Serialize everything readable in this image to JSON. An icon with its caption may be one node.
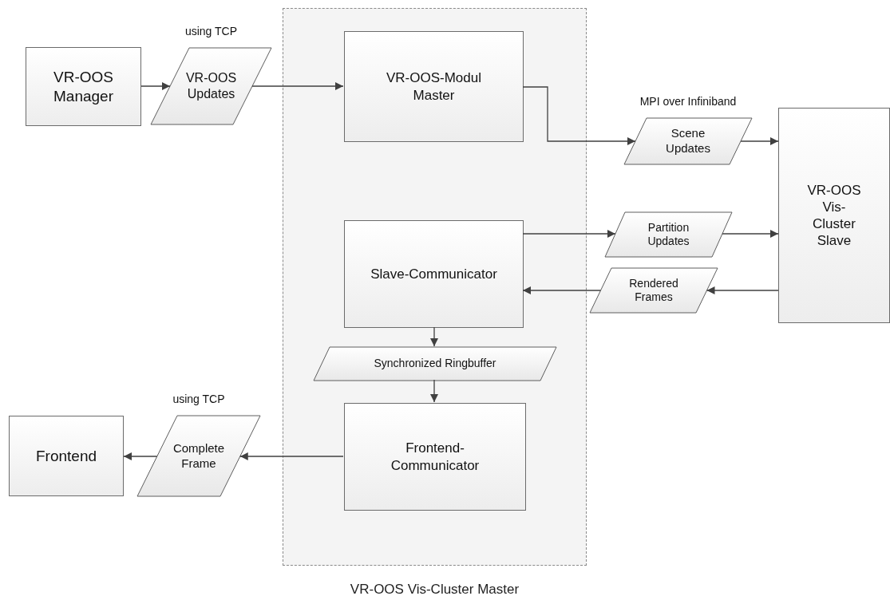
{
  "diagram": {
    "nodes": [
      {
        "text": [
          "VR-OOS Manager"
        ]
      },
      {
        "text": [
          "VR-OOS Updates"
        ],
        "beside": [
          "using TCP"
        ]
      },
      {
        "text": [
          "VR-OOS Vis-Cluster Master"
        ]
      },
      {
        "text": [
          "VR-OOS-Modul Master"
        ],
        "in": 2
      },
      {
        "text": [
          "Scene Updates"
        ],
        "beside": [
          "MPI over Infiniband"
        ]
      },
      {
        "text": [
          "VR-OOS Vis-Cluster Slave"
        ]
      },
      {
        "text": [
          "Slave-Communicator"
        ],
        "in": 2
      },
      {
        "text": [
          "Partition Updates"
        ]
      },
      {
        "text": [
          "Rendered Frames"
        ]
      },
      {
        "text": [
          "Synchronized Ringbuffer"
        ],
        "in": 2
      },
      {
        "text": [
          "Frontend"
        ]
      },
      {
        "text": [
          "Complete Frame"
        ],
        "beside": [
          "using TCP"
        ]
      },
      {
        "text": [
          "Frontend-Communicator"
        ],
        "in": 2
      }
    ],
    "edges": [
      {
        "from": 0,
        "to": 1,
        "arrow": "to"
      },
      {
        "from": 1,
        "to": 3,
        "arrow": "to"
      },
      {
        "from": 3,
        "to": 4,
        "arrow": "to"
      },
      {
        "from": 4,
        "to": 5,
        "arrow": "to"
      },
      {
        "from": 6,
        "to": 7,
        "arrow": "to"
      },
      {
        "from": 7,
        "to": 5,
        "arrow": "to"
      },
      {
        "from": 5,
        "to": 8,
        "arrow": "to"
      },
      {
        "from": 8,
        "to": 6,
        "arrow": "to"
      },
      {
        "from": 6,
        "to": 9,
        "arrow": "to"
      },
      {
        "from": 9,
        "to": 12,
        "arrow": "to"
      },
      {
        "from": 12,
        "to": 11,
        "arrow": "to"
      },
      {
        "from": 11,
        "to": 10,
        "arrow": "to"
      }
    ]
  }
}
